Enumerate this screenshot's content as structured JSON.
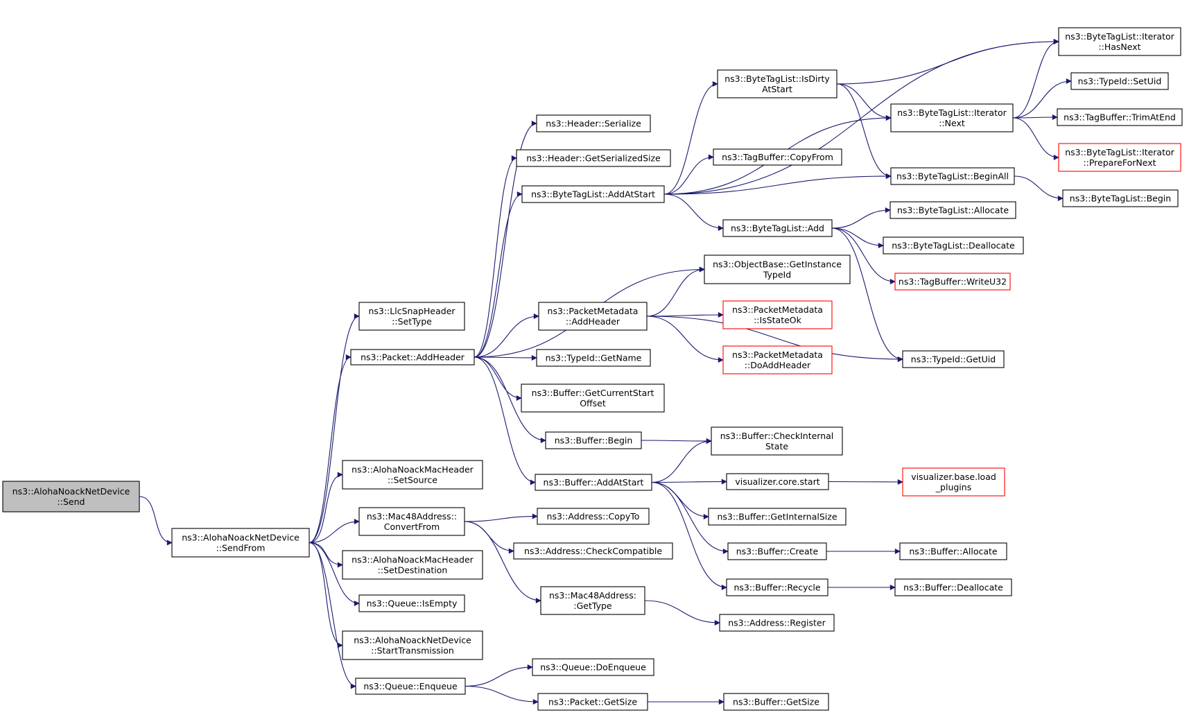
{
  "diagram": {
    "nodes": [
      {
        "id": "n1",
        "lines": [
          "ns3::AlohaNoackNetDevice",
          "::Send"
        ]
      },
      {
        "id": "n2",
        "lines": [
          "ns3::AlohaNoackNetDevice",
          "::SendFrom"
        ]
      },
      {
        "id": "n3",
        "lines": [
          "ns3::LlcSnapHeader",
          "::SetType"
        ]
      },
      {
        "id": "n4",
        "lines": [
          "ns3::Packet::AddHeader"
        ]
      },
      {
        "id": "n5",
        "lines": [
          "ns3::AlohaNoackMacHeader",
          "::SetSource"
        ]
      },
      {
        "id": "n6",
        "lines": [
          "ns3::Mac48Address::",
          "ConvertFrom"
        ]
      },
      {
        "id": "n7",
        "lines": [
          "ns3::AlohaNoackMacHeader",
          "::SetDestination"
        ]
      },
      {
        "id": "n8",
        "lines": [
          "ns3::Queue::IsEmpty"
        ]
      },
      {
        "id": "n9",
        "lines": [
          "ns3::AlohaNoackNetDevice",
          "::StartTransmission"
        ]
      },
      {
        "id": "n10",
        "lines": [
          "ns3::Queue::Enqueue"
        ]
      },
      {
        "id": "n11",
        "lines": [
          "ns3::Header::Serialize"
        ]
      },
      {
        "id": "n12",
        "lines": [
          "ns3::Header::GetSerializedSize"
        ]
      },
      {
        "id": "n13",
        "lines": [
          "ns3::ByteTagList::AddAtStart"
        ]
      },
      {
        "id": "n14",
        "lines": [
          "ns3::PacketMetadata",
          "::AddHeader"
        ]
      },
      {
        "id": "n15",
        "lines": [
          "ns3::TypeId::GetName"
        ]
      },
      {
        "id": "n16",
        "lines": [
          "ns3::Buffer::GetCurrentStart",
          "Offset"
        ]
      },
      {
        "id": "n17",
        "lines": [
          "ns3::Buffer::Begin"
        ]
      },
      {
        "id": "n18",
        "lines": [
          "ns3::Buffer::AddAtStart"
        ]
      },
      {
        "id": "n19",
        "lines": [
          "ns3::Address::CopyTo"
        ]
      },
      {
        "id": "n20",
        "lines": [
          "ns3::Address::CheckCompatible"
        ]
      },
      {
        "id": "n21",
        "lines": [
          "ns3::Mac48Address:",
          ":GetType"
        ]
      },
      {
        "id": "n22",
        "lines": [
          "ns3::Queue::DoEnqueue"
        ]
      },
      {
        "id": "n23",
        "lines": [
          "ns3::Packet::GetSize"
        ]
      },
      {
        "id": "n24",
        "lines": [
          "ns3::ByteTagList::IsDirty",
          "AtStart"
        ]
      },
      {
        "id": "n25",
        "lines": [
          "ns3::TagBuffer::CopyFrom"
        ]
      },
      {
        "id": "n26",
        "lines": [
          "ns3::ByteTagList::Add"
        ]
      },
      {
        "id": "n27",
        "lines": [
          "ns3::ObjectBase::GetInstance",
          "TypeId"
        ]
      },
      {
        "id": "n28",
        "lines": [
          "ns3::PacketMetadata",
          "::IsStateOk"
        ]
      },
      {
        "id": "n29",
        "lines": [
          "ns3::PacketMetadata",
          "::DoAddHeader"
        ]
      },
      {
        "id": "n30",
        "lines": [
          "ns3::Buffer::CheckInternal",
          "State"
        ]
      },
      {
        "id": "n31",
        "lines": [
          "visualizer.core.start"
        ]
      },
      {
        "id": "n32",
        "lines": [
          "ns3::Buffer::GetInternalSize"
        ]
      },
      {
        "id": "n33",
        "lines": [
          "ns3::Buffer::Create"
        ]
      },
      {
        "id": "n34",
        "lines": [
          "ns3::Buffer::Recycle"
        ]
      },
      {
        "id": "n35",
        "lines": [
          "ns3::Address::Register"
        ]
      },
      {
        "id": "n36",
        "lines": [
          "ns3::Buffer::GetSize"
        ]
      },
      {
        "id": "n37",
        "lines": [
          "ns3::ByteTagList::Iterator",
          "::Next"
        ]
      },
      {
        "id": "n38",
        "lines": [
          "ns3::ByteTagList::BeginAll"
        ]
      },
      {
        "id": "n39",
        "lines": [
          "ns3::ByteTagList::Allocate"
        ]
      },
      {
        "id": "n40",
        "lines": [
          "ns3::ByteTagList::Deallocate"
        ]
      },
      {
        "id": "n41",
        "lines": [
          "ns3::TagBuffer::WriteU32"
        ]
      },
      {
        "id": "n42",
        "lines": [
          "ns3::TypeId::GetUid"
        ]
      },
      {
        "id": "n43",
        "lines": [
          "visualizer.base.load",
          "_plugins"
        ]
      },
      {
        "id": "n44",
        "lines": [
          "ns3::Buffer::Allocate"
        ]
      },
      {
        "id": "n45",
        "lines": [
          "ns3::Buffer::Deallocate"
        ]
      },
      {
        "id": "n46",
        "lines": [
          "ns3::ByteTagList::Iterator",
          "::HasNext"
        ]
      },
      {
        "id": "n47",
        "lines": [
          "ns3::TypeId::SetUid"
        ]
      },
      {
        "id": "n48",
        "lines": [
          "ns3::TagBuffer::TrimAtEnd"
        ]
      },
      {
        "id": "n49",
        "lines": [
          "ns3::ByteTagList::Iterator",
          "::PrepareForNext"
        ]
      },
      {
        "id": "n50",
        "lines": [
          "ns3::ByteTagList::Begin"
        ]
      }
    ],
    "edges": [
      [
        "n1",
        "n2"
      ],
      [
        "n2",
        "n3"
      ],
      [
        "n2",
        "n4"
      ],
      [
        "n2",
        "n5"
      ],
      [
        "n2",
        "n6"
      ],
      [
        "n2",
        "n7"
      ],
      [
        "n2",
        "n8"
      ],
      [
        "n2",
        "n9"
      ],
      [
        "n2",
        "n10"
      ],
      [
        "n4",
        "n11"
      ],
      [
        "n4",
        "n12"
      ],
      [
        "n4",
        "n13"
      ],
      [
        "n4",
        "n27"
      ],
      [
        "n4",
        "n14"
      ],
      [
        "n4",
        "n15"
      ],
      [
        "n4",
        "n16"
      ],
      [
        "n4",
        "n17"
      ],
      [
        "n4",
        "n18"
      ],
      [
        "n6",
        "n19"
      ],
      [
        "n6",
        "n20"
      ],
      [
        "n6",
        "n21"
      ],
      [
        "n10",
        "n22"
      ],
      [
        "n10",
        "n23"
      ],
      [
        "n13",
        "n46"
      ],
      [
        "n13",
        "n24"
      ],
      [
        "n13",
        "n37"
      ],
      [
        "n13",
        "n25"
      ],
      [
        "n13",
        "n38"
      ],
      [
        "n13",
        "n26"
      ],
      [
        "n14",
        "n27"
      ],
      [
        "n14",
        "n28"
      ],
      [
        "n14",
        "n29"
      ],
      [
        "n14",
        "n42"
      ],
      [
        "n17",
        "n30"
      ],
      [
        "n18",
        "n30"
      ],
      [
        "n18",
        "n31"
      ],
      [
        "n18",
        "n32"
      ],
      [
        "n18",
        "n33"
      ],
      [
        "n18",
        "n34"
      ],
      [
        "n21",
        "n35"
      ],
      [
        "n23",
        "n36"
      ],
      [
        "n24",
        "n46"
      ],
      [
        "n24",
        "n37"
      ],
      [
        "n24",
        "n38"
      ],
      [
        "n37",
        "n46"
      ],
      [
        "n37",
        "n47"
      ],
      [
        "n37",
        "n48"
      ],
      [
        "n37",
        "n49"
      ],
      [
        "n38",
        "n50"
      ],
      [
        "n26",
        "n39"
      ],
      [
        "n26",
        "n40"
      ],
      [
        "n26",
        "n41"
      ],
      [
        "n26",
        "n42"
      ],
      [
        "n31",
        "n43"
      ],
      [
        "n33",
        "n44"
      ],
      [
        "n34",
        "n45"
      ]
    ]
  }
}
